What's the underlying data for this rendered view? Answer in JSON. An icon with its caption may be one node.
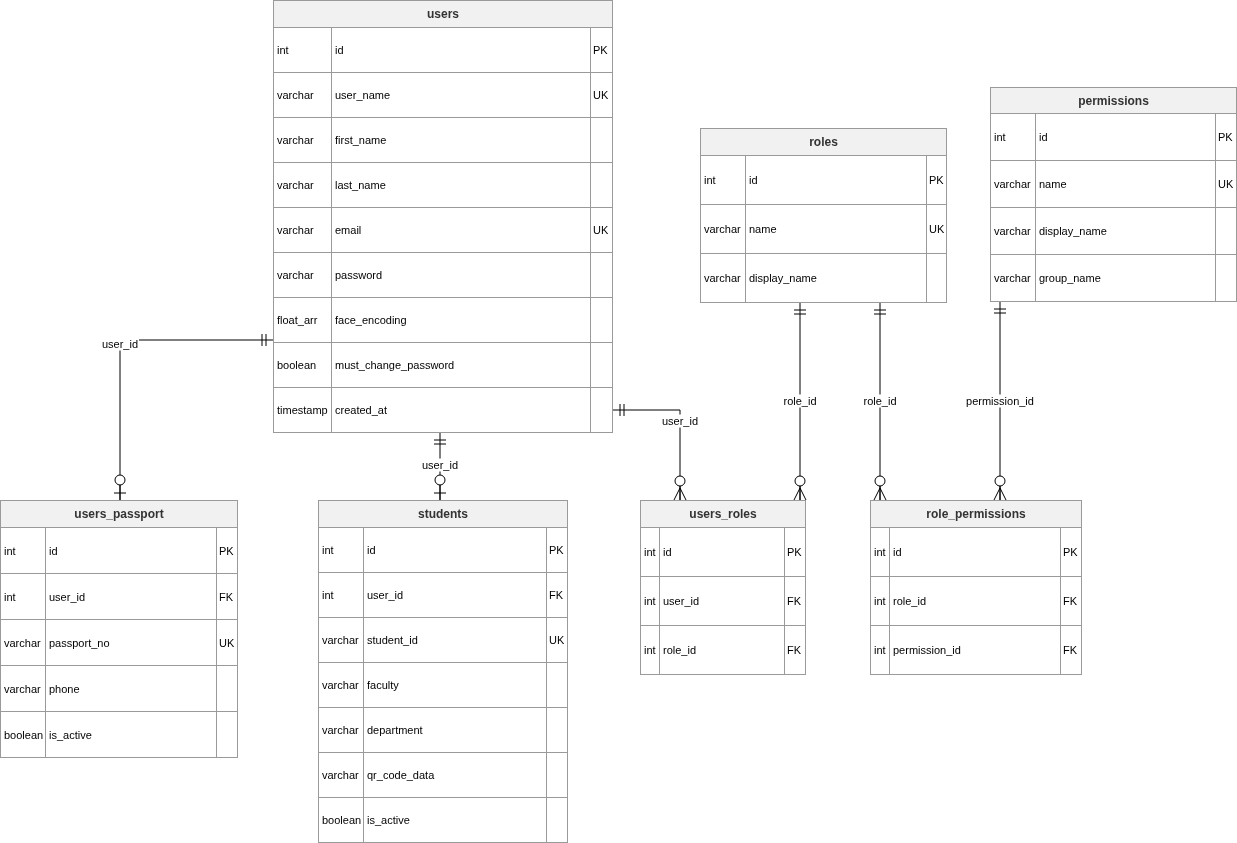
{
  "diagram": {
    "nodes": [
      {
        "text": [
          "users"
        ]
      },
      {
        "text": [
          "int",
          "id",
          "PK"
        ],
        "in": 0
      },
      {
        "text": [
          "varchar",
          "user_name",
          "UK"
        ],
        "in": 0
      },
      {
        "text": [
          "varchar",
          "first_name"
        ],
        "in": 0
      },
      {
        "text": [
          "varchar",
          "last_name"
        ],
        "in": 0
      },
      {
        "text": [
          "varchar",
          "email",
          "UK"
        ],
        "in": 0
      },
      {
        "text": [
          "varchar",
          "password"
        ],
        "in": 0
      },
      {
        "text": [
          "float_arr",
          "face_encoding"
        ],
        "in": 0
      },
      {
        "text": [
          "boolean",
          "must_change_password"
        ],
        "in": 0
      },
      {
        "text": [
          "timestamp",
          "created_at"
        ],
        "in": 0
      },
      {
        "text": [
          "roles"
        ]
      },
      {
        "text": [
          "int",
          "id",
          "PK"
        ],
        "in": 10
      },
      {
        "text": [
          "varchar",
          "name",
          "UK"
        ],
        "in": 10
      },
      {
        "text": [
          "varchar",
          "display_name"
        ],
        "in": 10
      },
      {
        "text": [
          "permissions"
        ]
      },
      {
        "text": [
          "int",
          "id",
          "PK"
        ],
        "in": 14
      },
      {
        "text": [
          "varchar",
          "name",
          "UK"
        ],
        "in": 14
      },
      {
        "text": [
          "varchar",
          "display_name"
        ],
        "in": 14
      },
      {
        "text": [
          "varchar",
          "group_name"
        ],
        "in": 14
      },
      {
        "text": [
          "users_passport"
        ]
      },
      {
        "text": [
          "int",
          "id",
          "PK"
        ],
        "in": 19
      },
      {
        "text": [
          "int",
          "user_id",
          "FK"
        ],
        "in": 19
      },
      {
        "text": [
          "varchar",
          "passport_no",
          "UK"
        ],
        "in": 19
      },
      {
        "text": [
          "varchar",
          "phone"
        ],
        "in": 19
      },
      {
        "text": [
          "boolean",
          "is_active"
        ],
        "in": 19
      },
      {
        "text": [
          "students"
        ]
      },
      {
        "text": [
          "int",
          "id",
          "PK"
        ],
        "in": 25
      },
      {
        "text": [
          "int",
          "user_id",
          "FK"
        ],
        "in": 25
      },
      {
        "text": [
          "varchar",
          "student_id",
          "UK"
        ],
        "in": 25
      },
      {
        "text": [
          "varchar",
          "faculty"
        ],
        "in": 25
      },
      {
        "text": [
          "varchar",
          "department"
        ],
        "in": 25
      },
      {
        "text": [
          "varchar",
          "qr_code_data"
        ],
        "in": 25
      },
      {
        "text": [
          "boolean",
          "is_active"
        ],
        "in": 25
      },
      {
        "text": [
          "users_roles"
        ]
      },
      {
        "text": [
          "int",
          "id",
          "PK"
        ],
        "in": 33
      },
      {
        "text": [
          "int",
          "user_id",
          "FK"
        ],
        "in": 33
      },
      {
        "text": [
          "int",
          "role_id",
          "FK"
        ],
        "in": 33
      },
      {
        "text": [
          "role_permissions"
        ]
      },
      {
        "text": [
          "int",
          "id",
          "PK"
        ],
        "in": 37
      },
      {
        "text": [
          "int",
          "role_id",
          "FK"
        ],
        "in": 37
      },
      {
        "text": [
          "int",
          "permission_id",
          "FK"
        ],
        "in": 37
      }
    ],
    "edges": [
      {
        "from": 0,
        "to": 19,
        "arrow": "other",
        "label": "user_id"
      },
      {
        "from": 0,
        "to": 25,
        "arrow": "other",
        "label": "user_id"
      },
      {
        "from": 0,
        "to": 33,
        "arrow": "other",
        "label": "user_id"
      },
      {
        "from": 10,
        "to": 33,
        "arrow": "other",
        "label": "role_id"
      },
      {
        "from": 10,
        "to": 37,
        "arrow": "other",
        "label": "role_id"
      },
      {
        "from": 14,
        "to": 37,
        "arrow": "other",
        "label": "permission_id"
      }
    ]
  }
}
